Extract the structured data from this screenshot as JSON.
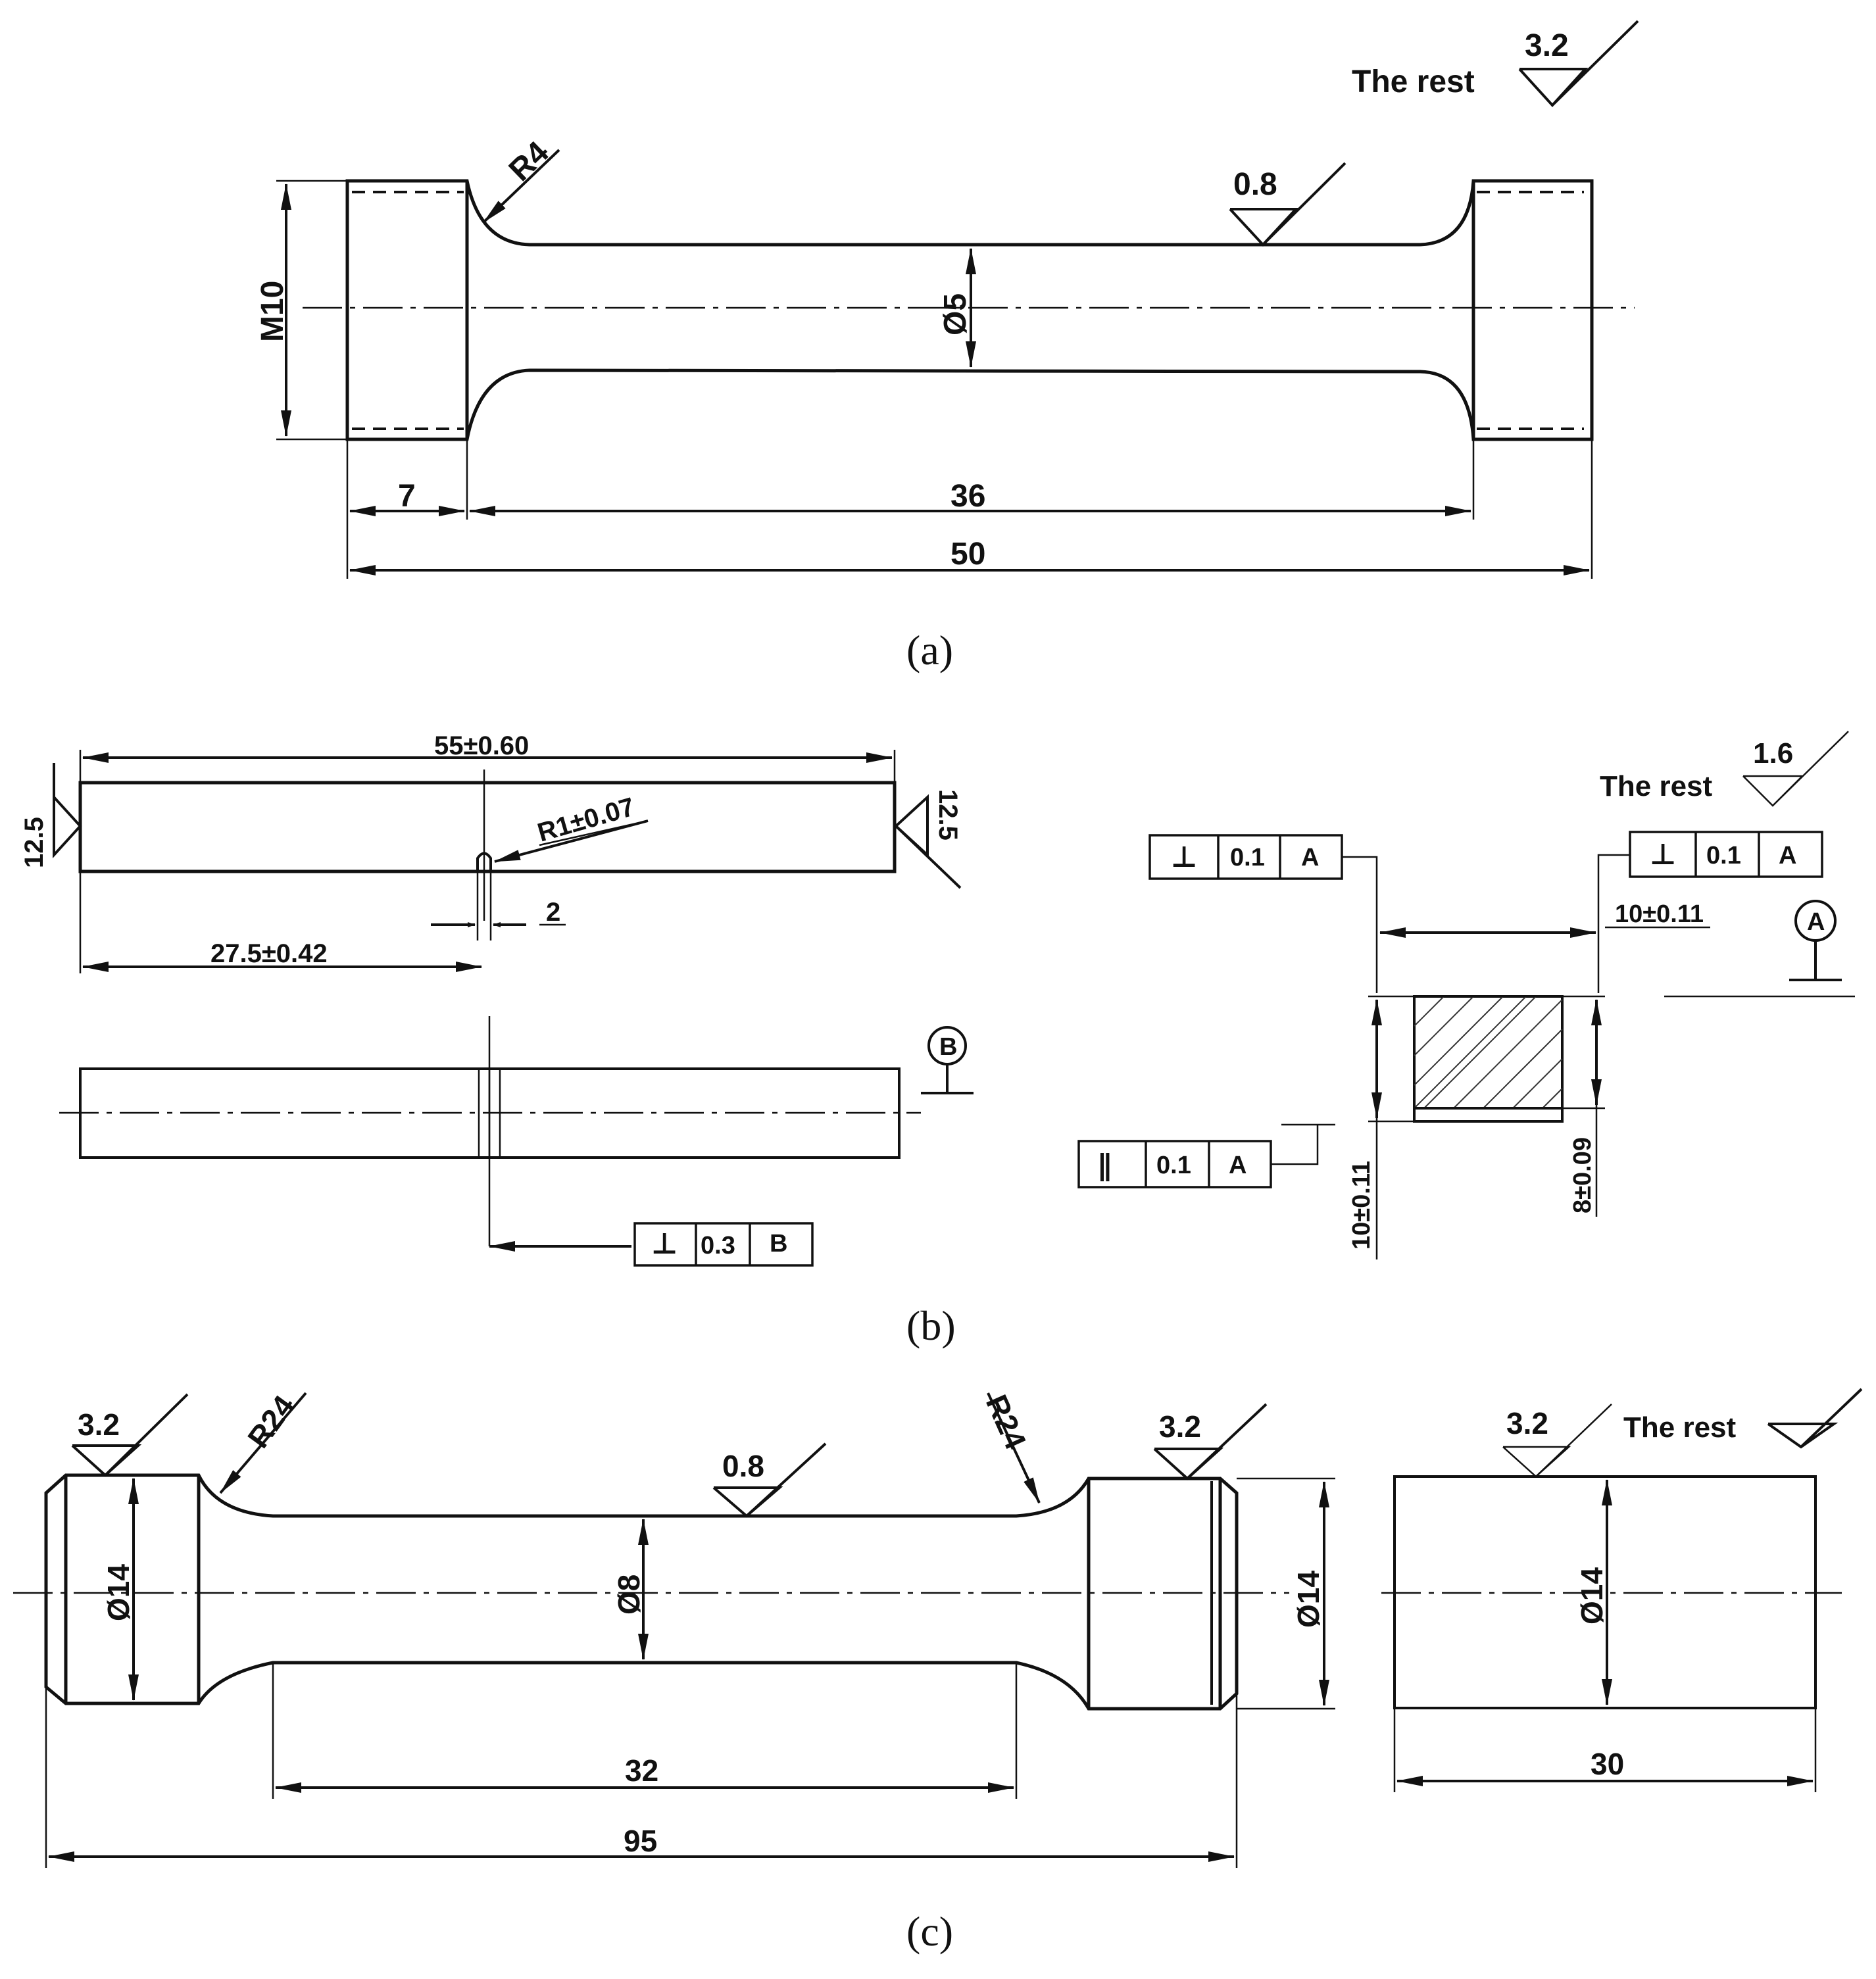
{
  "figure_a": {
    "caption": "(a)",
    "rest_label": "The rest",
    "rest_roughness": "3.2",
    "radius": "R4",
    "surface_roughness": "0.8",
    "thread": "M10",
    "diameter": "Ø5",
    "dim_left": "7",
    "dim_middle": "36",
    "dim_total": "50"
  },
  "figure_b": {
    "caption": "(b)",
    "total_length": "55±0.60",
    "notch_radius": "R1±0.07",
    "notch_width": "2",
    "notch_position": "27.5±0.42",
    "end_roughness": "12.5",
    "rest_label": "The rest",
    "rest_roughness": "1.6",
    "datum_a": "A",
    "datum_b": "B",
    "width_dim": "10±0.11",
    "height_dim": "10±0.11",
    "notch_depth_dim": "8±0.09",
    "frame_perp_left": {
      "symbol": "⊥",
      "tolerance": "0.1",
      "datum": "A"
    },
    "frame_perp_right": {
      "symbol": "⊥",
      "tolerance": "0.1",
      "datum": "A"
    },
    "frame_parallel": {
      "symbol": "∥",
      "tolerance": "0.1",
      "datum": "A"
    },
    "frame_perp_b": {
      "symbol": "⊥",
      "tolerance": "0.3",
      "datum": "B"
    }
  },
  "figure_c": {
    "caption": "(c)",
    "roughness_left": "3.2",
    "roughness_mid": "0.8",
    "roughness_right": "3.2",
    "radius_left": "R24",
    "radius_right": "R24",
    "dia_left": "Ø14",
    "dia_mid": "Ø8",
    "dia_right": "Ø14",
    "dim_gauge": "32",
    "dim_total": "95",
    "side_roughness": "3.2",
    "side_rest_label": "The rest",
    "side_dia": "Ø14",
    "side_length": "30"
  }
}
